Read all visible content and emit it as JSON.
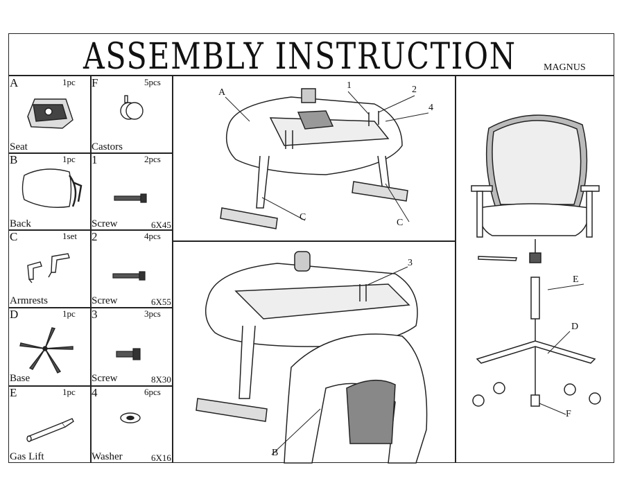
{
  "title": "ASSEMBLY INSTRUCTION",
  "model": "MAGNUS",
  "parts_left": [
    {
      "letter": "A",
      "qty": "1pc",
      "name": "Seat",
      "icon": "seat-icon"
    },
    {
      "letter": "B",
      "qty": "1pc",
      "name": "Back",
      "icon": "back-icon"
    },
    {
      "letter": "C",
      "qty": "1set",
      "name": "Armrests",
      "icon": "armrests-icon"
    },
    {
      "letter": "D",
      "qty": "1pc",
      "name": "Base",
      "icon": "base-icon"
    },
    {
      "letter": "E",
      "qty": "1pc",
      "name": "Gas Lift",
      "icon": "gas-lift-icon"
    }
  ],
  "parts_right": [
    {
      "letter": "F",
      "qty": "5pcs",
      "name": "Castors",
      "size": "",
      "icon": "castor-icon"
    },
    {
      "letter": "1",
      "qty": "2pcs",
      "name": "Screw",
      "size": "6X45",
      "icon": "screw-icon"
    },
    {
      "letter": "2",
      "qty": "4pcs",
      "name": "Screw",
      "size": "6X55",
      "icon": "screw-icon"
    },
    {
      "letter": "3",
      "qty": "3pcs",
      "name": "Screw",
      "size": "8X30",
      "icon": "screw-icon"
    },
    {
      "letter": "4",
      "qty": "6pcs",
      "name": "Washer",
      "size": "6X16",
      "icon": "washer-icon"
    }
  ],
  "callouts": {
    "step1": [
      "A",
      "1",
      "2",
      "4",
      "C",
      "C"
    ],
    "step2": [
      "3",
      "B"
    ],
    "step3": [
      "E",
      "D",
      "F"
    ]
  }
}
